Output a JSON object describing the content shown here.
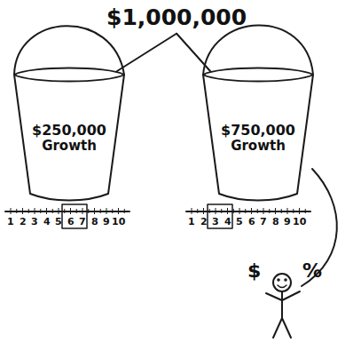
{
  "diagram": {
    "nodes": [
      {
        "text": [
          "$1,000,000"
        ]
      },
      {
        "text": [
          "$250,000",
          "Growth"
        ]
      },
      {
        "text": [
          "$750,000",
          "Growth"
        ]
      }
    ],
    "edges": [
      {
        "from": 0,
        "to": 1,
        "arrow": "none"
      },
      {
        "from": 0,
        "to": 2,
        "arrow": "none"
      }
    ],
    "labels": [
      "1",
      "2",
      "3",
      "4",
      "5",
      "6",
      "7",
      "8",
      "9",
      "10",
      "1",
      "2",
      "3",
      "4",
      "5",
      "6",
      "7",
      "8",
      "9",
      "10",
      "$",
      "%"
    ]
  }
}
